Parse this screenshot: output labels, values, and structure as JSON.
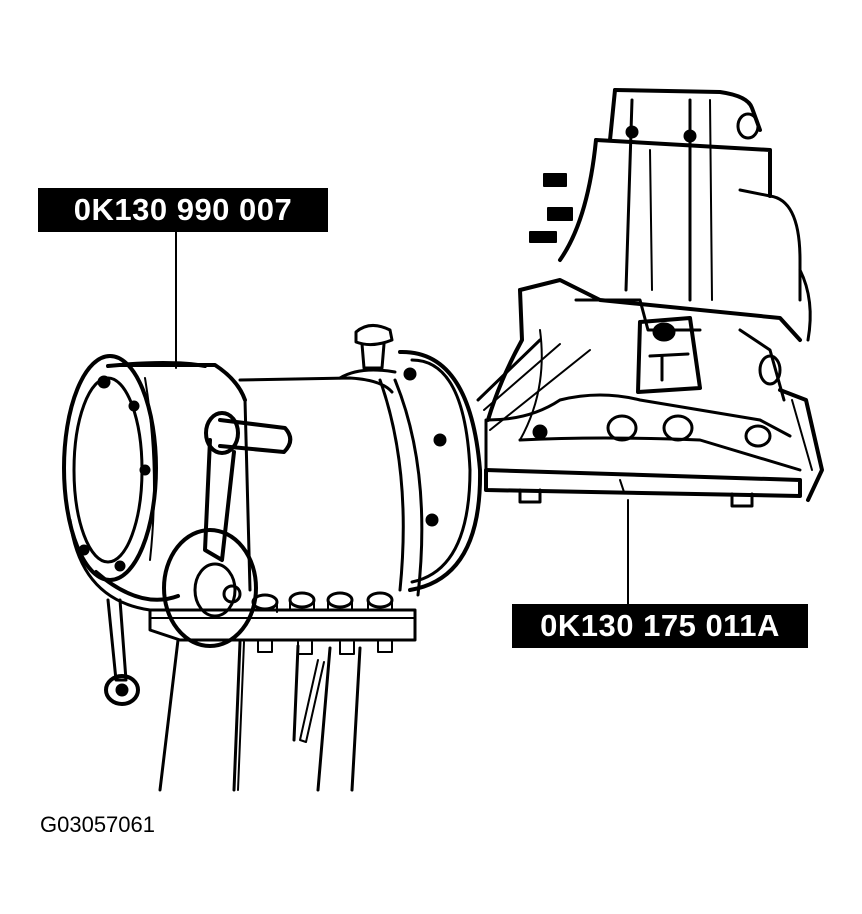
{
  "callouts": {
    "tool_part_number": "0K130 990 007",
    "transmission_part_number": "0K130 175 011A"
  },
  "figure_id": "G03057061",
  "colors": {
    "ink": "#000000",
    "paper": "#ffffff",
    "label_bg": "#000000",
    "label_text": "#ffffff"
  }
}
